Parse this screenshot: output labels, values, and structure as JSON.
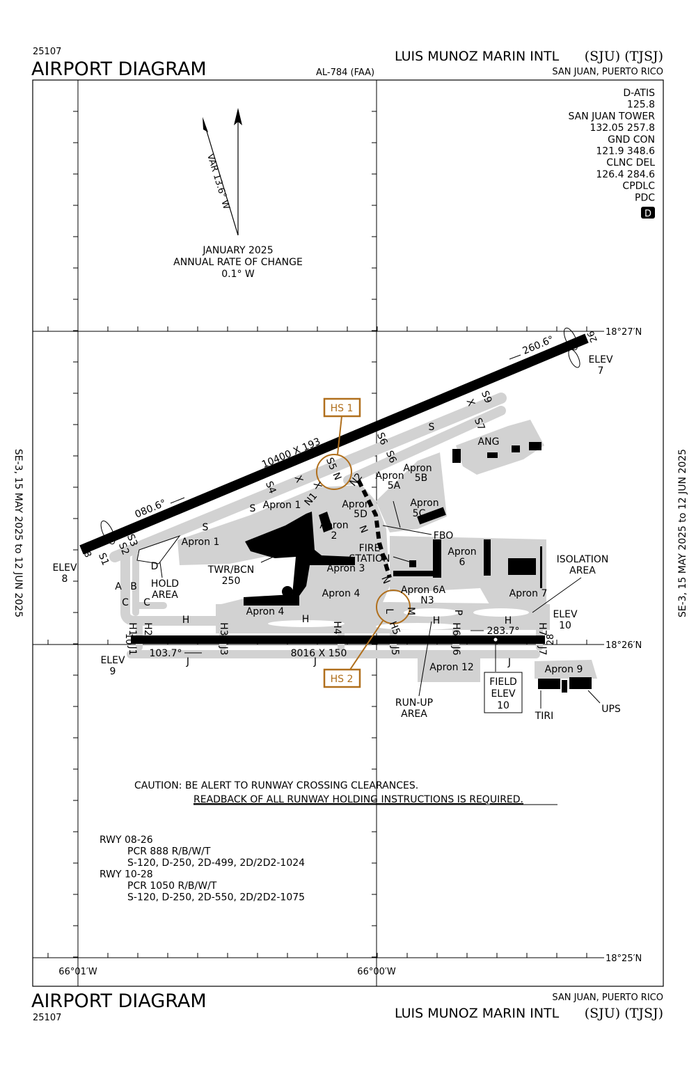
{
  "header": {
    "doc_number": "25107",
    "title": "AIRPORT DIAGRAM",
    "chart_id": "AL-784 (FAA)",
    "airport_name": "LUIS MUNOZ MARIN INTL",
    "codes": "(SJU) (TJSJ)",
    "location": "SAN JUAN, PUERTO RICO"
  },
  "footer": {
    "title": "AIRPORT DIAGRAM",
    "doc_number": "25107",
    "location": "SAN JUAN, PUERTO RICO",
    "airport_name": "LUIS MUNOZ MARIN INTL",
    "codes": "(SJU) (TJSJ)"
  },
  "effective_dates": {
    "left": "SE-3,  15 MAY 2025  to  12 JUN 2025",
    "right": "SE-3,  15 MAY 2025  to  12 JUN 2025"
  },
  "frequencies": [
    "D-ATIS",
    "125.8",
    "SAN JUAN TOWER",
    "132.05  257.8",
    "GND CON",
    "121.9  348.6",
    "CLNC DEL",
    "126.4  284.6",
    "CPDLC",
    "PDC"
  ],
  "datalink_badge": "D",
  "magnetic": {
    "variation": "VAR 13.6° W",
    "date": "JANUARY 2025",
    "rate_label": "ANNUAL RATE OF CHANGE",
    "rate_value": "0.1° W"
  },
  "coordinates": {
    "lat_top": "18°27′N",
    "lat_mid": "18°26′N",
    "lat_bottom": "18°25′N",
    "lon_left": "66°01′W",
    "lon_mid": "66°00′W"
  },
  "runways": {
    "r08_26": {
      "dims": "10400 X 193",
      "heading_west": "080.6°",
      "heading_east": "260.6°",
      "end_west": "8",
      "end_east": "26",
      "elev_west": [
        "ELEV",
        "8"
      ],
      "elev_east": [
        "ELEV",
        "7"
      ]
    },
    "r10_28": {
      "dims": "8016 X 150",
      "heading_west": "103.7°",
      "heading_east": "283.7°",
      "end_west": "10",
      "end_east": "28",
      "elev_west": [
        "ELEV",
        "9"
      ],
      "elev_east": [
        "ELEV",
        "10"
      ]
    }
  },
  "field_elev": [
    "FIELD",
    "ELEV",
    "10"
  ],
  "hot_spots": [
    "HS 1",
    "HS 2"
  ],
  "aprons": {
    "apron1a": "Apron 1",
    "apron1b": "Apron 1",
    "apron2": [
      "Apron",
      "2"
    ],
    "apron3": "Apron 3",
    "apron4a": "Apron 4",
    "apron4b": "Apron 4",
    "apron5a": [
      "Apron",
      "5A"
    ],
    "apron5b": [
      "Apron",
      "5B"
    ],
    "apron5c": [
      "Apron",
      "5C"
    ],
    "apron5d": [
      "Apron",
      "5D"
    ],
    "apron6": [
      "Apron",
      "6"
    ],
    "apron6a": "Apron 6A",
    "apron7": "Apron 7",
    "apron9": "Apron 9",
    "apron12": "Apron 12",
    "ang": "ANG"
  },
  "taxiways": {
    "S_a": "S",
    "S_b": "S",
    "S_c": "S",
    "S1": "S1",
    "S2": "S2",
    "S3": "S3",
    "S4": "S4",
    "S5": "S5",
    "S6a": "S6",
    "S6b": "S6",
    "S7": "S7",
    "S9": "S9",
    "X1": "X",
    "X2": "X",
    "X3": "X",
    "N_a": "N",
    "N_b": "N",
    "N_c": "N",
    "N1": "N1",
    "N2": "N2",
    "N3": "N3",
    "A": "A",
    "B": "B",
    "C1": "C",
    "C2": "C",
    "D": "D",
    "H_a": "H",
    "H_b": "H",
    "H_c": "H",
    "H_d": "H",
    "H1": "H1",
    "H2": "H2",
    "H3": "H3",
    "H4": "H4",
    "H5": "H5",
    "H6": "H6",
    "H7": "H7",
    "J_a": "J",
    "J_b": "J",
    "J_c": "J",
    "J1": "J1",
    "J3": "J3",
    "J5": "J5",
    "J6": "J6",
    "J7": "J7",
    "L": "L",
    "M": "M",
    "P": "P"
  },
  "facilities": {
    "twr": [
      "TWR/BCN",
      "250"
    ],
    "hold_area": [
      "HOLD",
      "AREA"
    ],
    "fbo": "FBO",
    "fire_station": [
      "FIRE",
      "STATION"
    ],
    "isolation": [
      "ISOLATION",
      "AREA"
    ],
    "runup": [
      "RUN-UP",
      "AREA"
    ],
    "tiri": "TIRI",
    "ups": "UPS"
  },
  "caution": {
    "line1": "CAUTION: BE ALERT TO RUNWAY CROSSING CLEARANCES.",
    "line2": "READBACK OF ALL RUNWAY HOLDING INSTRUCTIONS IS REQUIRED."
  },
  "pavement": [
    "RWY 08-26",
    "PCR 888 R/B/W/T",
    "S-120, D-250, 2D-499, 2D/2D2-1024",
    "RWY 10-28",
    "PCR 1050 R/B/W/T",
    "S-120, D-250, 2D-550, 2D/2D2-1075"
  ],
  "colors": {
    "hot_spot": "#b06f1c",
    "pavement": "#d2d2d2",
    "runway": "#000000"
  }
}
